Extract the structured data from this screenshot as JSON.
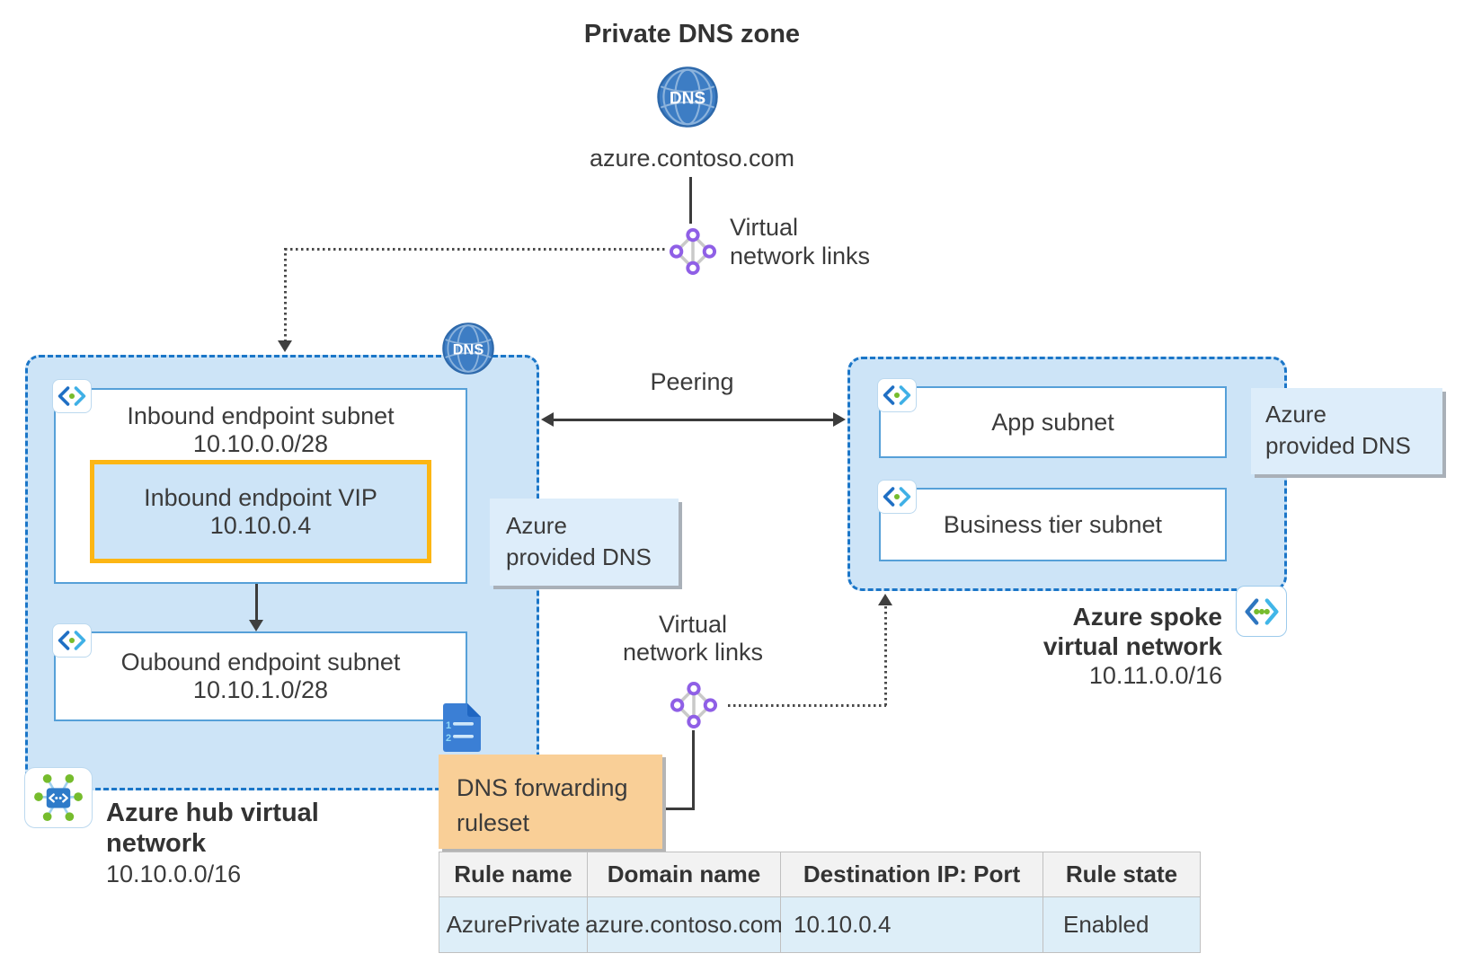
{
  "colors": {
    "vnet_fill": "#cde4f7",
    "vnet_border": "#1b76c8",
    "subnet_border": "#56a0d8",
    "vip_border": "#fcb614",
    "dns_label_fill": "#ddedfa",
    "ruleset_fill": "#f9cf97",
    "table_header_fill": "#f2f2f2",
    "table_row_fill": "#ddeef8"
  },
  "private_dns_zone": {
    "title": "Private DNS zone",
    "dns_badge": "DNS",
    "domain": "azure.contoso.com"
  },
  "vnet_links_top": {
    "line1": "Virtual",
    "line2": "network links"
  },
  "vnet_links_bottom": {
    "line1": "Virtual",
    "line2": "network links"
  },
  "peering_label": "Peering",
  "hub": {
    "dns_badge": "DNS",
    "inbound_subnet": {
      "name": "Inbound endpoint subnet",
      "cidr": "10.10.0.0/28"
    },
    "inbound_vip": {
      "name": "Inbound endpoint VIP",
      "ip": "10.10.0.4"
    },
    "outbound_subnet": {
      "name": "Oubound endpoint subnet",
      "cidr": "10.10.1.0/28"
    },
    "label_line1": "Azure hub virtual",
    "label_line2": "network",
    "cidr": "10.10.0.0/16"
  },
  "spoke": {
    "app_subnet": "App subnet",
    "business_subnet": "Business tier subnet",
    "label_line1": "Azure spoke",
    "label_line2": "virtual network",
    "cidr": "10.11.0.0/16"
  },
  "azure_dns_left": {
    "line1": "Azure",
    "line2": "provided DNS"
  },
  "azure_dns_right": {
    "line1": "Azure",
    "line2": "provided DNS"
  },
  "ruleset": {
    "line1": "DNS forwarding",
    "line2": "ruleset"
  },
  "table": {
    "headers": [
      "Rule name",
      "Domain name",
      "Destination IP: Port",
      "Rule state"
    ],
    "rows": [
      [
        "AzurePrivate",
        "azure.contoso.com",
        "10.10.0.4",
        "Enabled"
      ]
    ]
  }
}
